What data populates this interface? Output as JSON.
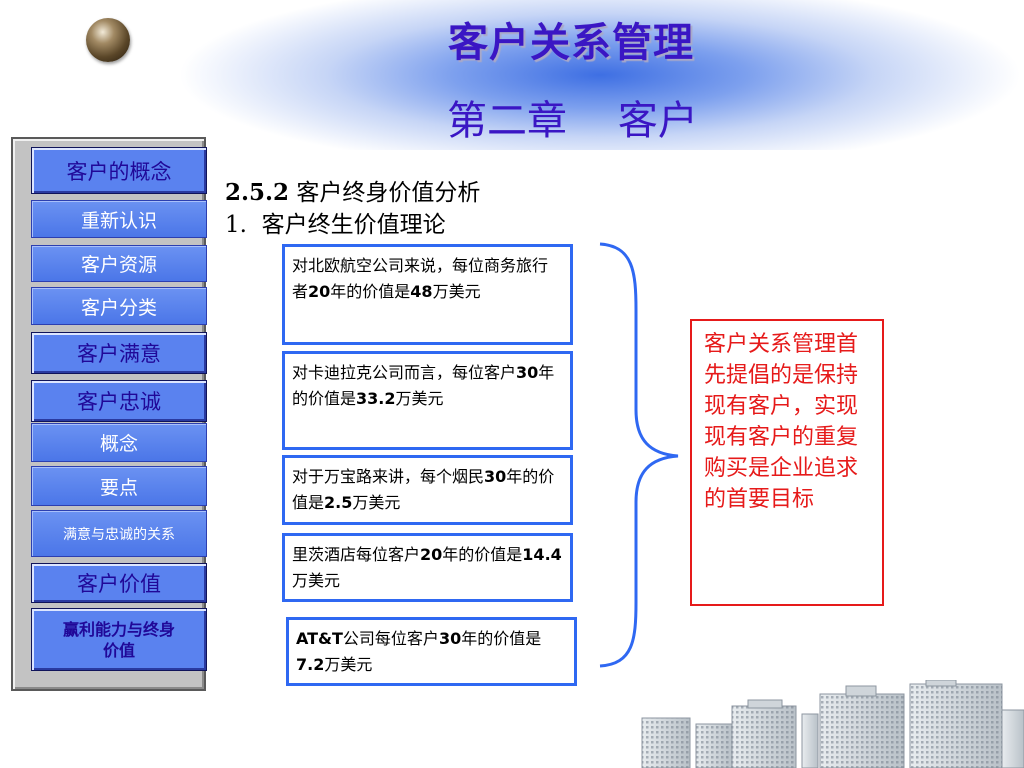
{
  "header": {
    "title": "客户关系管理",
    "chapter": "第二章    客户"
  },
  "nav": {
    "items": [
      {
        "label": "客户的概念",
        "kind": "head"
      },
      {
        "label": "重新认识",
        "kind": "sub"
      },
      {
        "label": "客户资源",
        "kind": "sub"
      },
      {
        "label": "客户分类",
        "kind": "sub"
      },
      {
        "label": "客户满意",
        "kind": "head"
      },
      {
        "label": "客户忠诚",
        "kind": "head"
      },
      {
        "label": "概念",
        "kind": "sub"
      },
      {
        "label": "要点",
        "kind": "sub"
      },
      {
        "label": "满意与忠诚的关系",
        "kind": "sub"
      },
      {
        "label": "客户价值",
        "kind": "head"
      },
      {
        "label": "赢利能力与终身价值",
        "kind": "head"
      }
    ]
  },
  "content": {
    "section_number": "2.5.2",
    "section_title": " 客户终身价值分析",
    "subsection_number": "1",
    "subsection_title": ".  客户终生价值理论",
    "facts": [
      {
        "parts": [
          {
            "t": "对北欧航空公司来说，每位商务旅行者"
          },
          {
            "t": "20",
            "b": true
          },
          {
            "t": "年的价值是"
          },
          {
            "t": "48",
            "b": true
          },
          {
            "t": "万美元"
          }
        ]
      },
      {
        "parts": [
          {
            "t": "对卡迪拉克公司而言，每位客户"
          },
          {
            "t": "30",
            "b": true
          },
          {
            "t": "年的价值是"
          },
          {
            "t": "33.2",
            "b": true
          },
          {
            "t": "万美元"
          }
        ]
      },
      {
        "parts": [
          {
            "t": "对于万宝路来讲，每个烟民"
          },
          {
            "t": "30",
            "b": true
          },
          {
            "t": "年的价值是"
          },
          {
            "t": "2.5",
            "b": true
          },
          {
            "t": "万美元"
          }
        ]
      },
      {
        "parts": [
          {
            "t": "里茨酒店每位客户"
          },
          {
            "t": "20",
            "b": true
          },
          {
            "t": "年的价值是"
          },
          {
            "t": "14.4",
            "b": true
          },
          {
            "t": "万美元"
          }
        ]
      },
      {
        "parts": [
          {
            "t": "AT&T",
            "b": true
          },
          {
            "t": "公司每位客户"
          },
          {
            "t": "30",
            "b": true
          },
          {
            "t": "年的价值是"
          },
          {
            "t": "7.2",
            "b": true
          },
          {
            "t": "万美元"
          }
        ]
      }
    ],
    "conclusion": "客户关系管理首先提倡的是保持现有客户，实现现有客户的重复购买是企业追求的首要目标"
  },
  "colors": {
    "title": "#3a16c4",
    "box_border": "#2f68f2",
    "conclusion": "#e61a1a",
    "nav_button": "#5a82ef"
  },
  "icons": {
    "orb": "bronze-sphere-icon",
    "brace": "right-curly-brace-icon",
    "skyline": "city-buildings-illustration"
  }
}
